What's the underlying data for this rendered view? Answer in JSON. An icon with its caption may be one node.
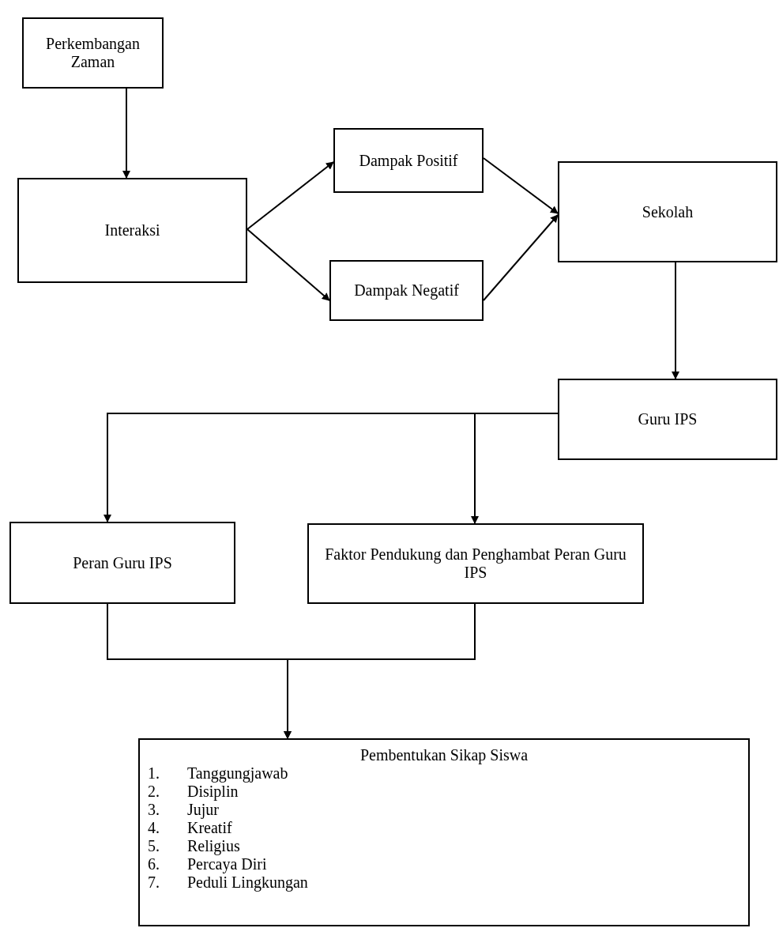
{
  "diagram": {
    "nodes": [
      {
        "text": [
          "Perkembangan Zaman"
        ]
      },
      {
        "text": [
          "Interaksi"
        ]
      },
      {
        "text": [
          "Dampak Positif"
        ]
      },
      {
        "text": [
          "Dampak Negatif"
        ]
      },
      {
        "text": [
          "Sekolah"
        ]
      },
      {
        "text": [
          "Guru IPS"
        ]
      },
      {
        "text": [
          "Peran Guru IPS"
        ]
      },
      {
        "text": [
          "Faktor Pendukung dan Penghambat Peran Guru IPS"
        ]
      },
      {
        "text": [
          "Pembentukan Sikap Siswa",
          "1. Tanggungjawab",
          "2. Disiplin",
          "3. Jujur",
          "4. Kreatif",
          "5. Religius",
          "6. Percaya Diri",
          "7. Peduli Lingkungan"
        ]
      }
    ],
    "edges": [
      {
        "from": 0,
        "to": 1,
        "arrow": "to"
      },
      {
        "from": 1,
        "to": 2,
        "arrow": "to"
      },
      {
        "from": 1,
        "to": 3,
        "arrow": "to"
      },
      {
        "from": 2,
        "to": 4,
        "arrow": "to"
      },
      {
        "from": 3,
        "to": 4,
        "arrow": "to"
      },
      {
        "from": 4,
        "to": 5,
        "arrow": "to"
      },
      {
        "from": 5,
        "to": 6,
        "arrow": "to"
      },
      {
        "from": 5,
        "to": 7,
        "arrow": "to"
      },
      {
        "from": 6,
        "to": 8,
        "arrow": "to"
      },
      {
        "from": 7,
        "to": 8,
        "arrow": "to"
      }
    ]
  }
}
